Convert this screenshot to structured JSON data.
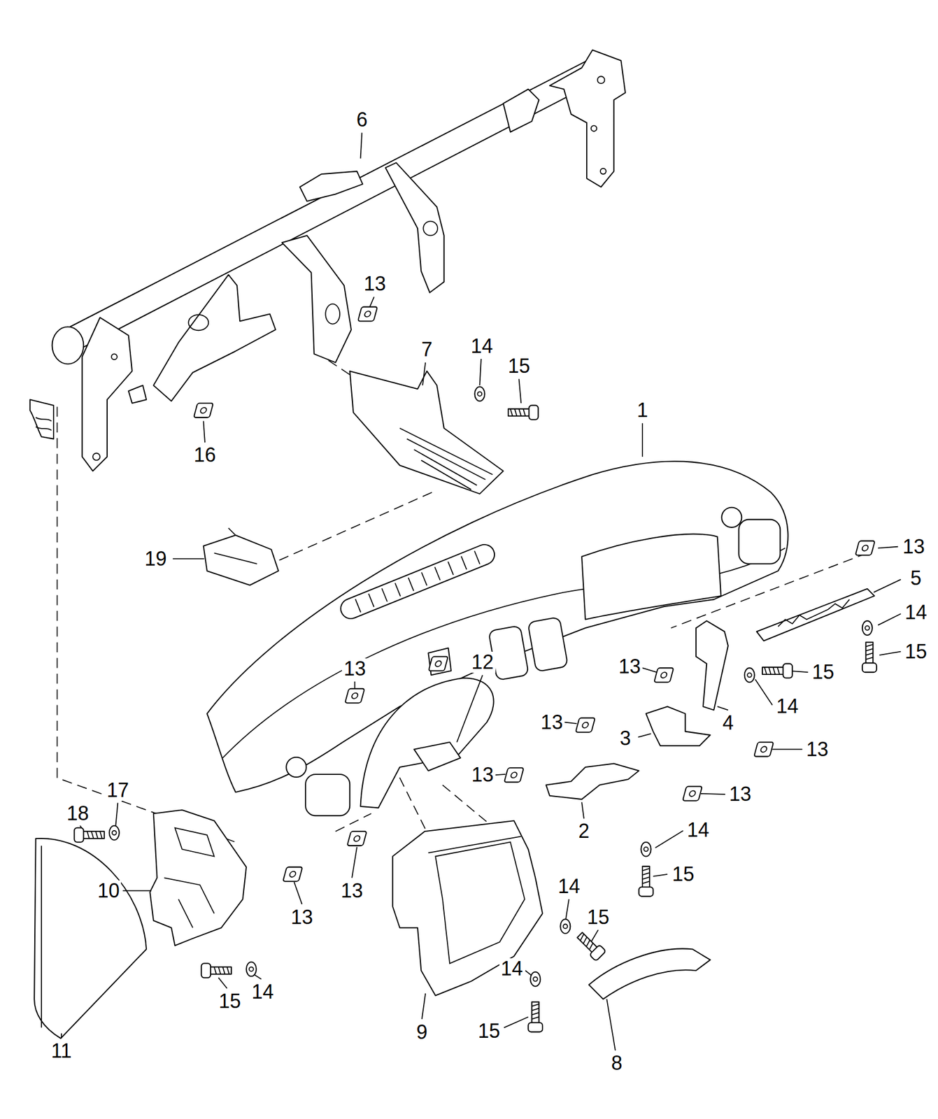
{
  "diagram": {
    "labels": [
      "6",
      "13",
      "7",
      "14",
      "15",
      "16",
      "1",
      "19",
      "13",
      "5",
      "14",
      "15",
      "12",
      "13",
      "13",
      "15",
      "14",
      "4",
      "13",
      "3",
      "13",
      "13",
      "13",
      "2",
      "14",
      "15",
      "17",
      "18",
      "10",
      "13",
      "13",
      "14",
      "15",
      "14",
      "15",
      "9",
      "14",
      "15",
      "11",
      "8"
    ]
  }
}
